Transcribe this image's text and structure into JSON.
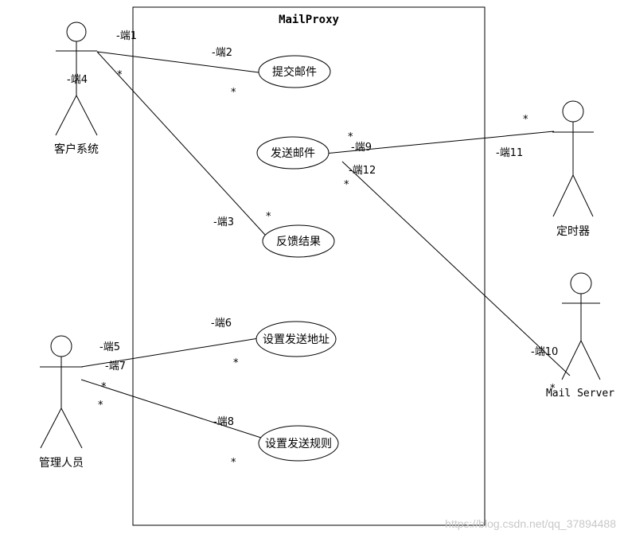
{
  "system": {
    "name": "MailProxy"
  },
  "actors": {
    "client": "客户系统",
    "admin": "管理人员",
    "timer": "定时器",
    "mailserver": "Mail Server"
  },
  "usecases": {
    "submit": "提交邮件",
    "send": "发送邮件",
    "feedback": "反馈结果",
    "set_address": "设置发送地址",
    "set_rule": "设置发送规则"
  },
  "ends": {
    "e1": "-端1",
    "e2": "-端2",
    "e3": "-端3",
    "e4": "-端4",
    "e5": "-端5",
    "e6": "-端6",
    "e7": "-端7",
    "e8": "-端8",
    "e9": "-端9",
    "e10": "-端10",
    "e11": "-端11",
    "e12": "-端12"
  },
  "multiplicity": "*",
  "watermark": "https://blog.csdn.net/qq_37894488"
}
